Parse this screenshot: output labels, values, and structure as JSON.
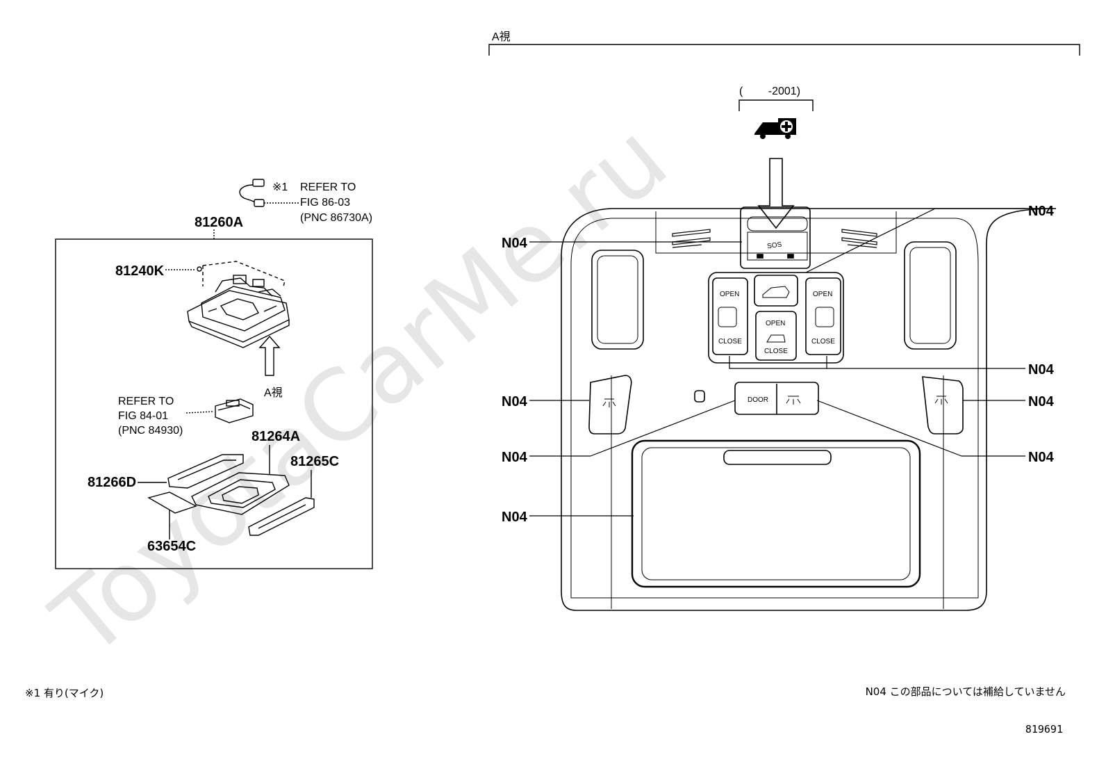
{
  "watermark": "ToyotaCarMe.ru",
  "left_panel": {
    "mic_note_mark": "※1",
    "mic_note_lines": [
      "REFER TO",
      "FIG 86-03",
      "(PNC 86730A)"
    ],
    "box_part": "81260A",
    "parts": [
      "81240K",
      "81264A",
      "81265C",
      "81266D",
      "63654C"
    ],
    "lamp_note_lines": [
      "REFER TO",
      "FIG 84-01",
      "(PNC 84930)"
    ],
    "view_arrow_label": "A視"
  },
  "right_panel": {
    "view_title": "A視",
    "year_range": "(　　 -2001)",
    "callout": "N04",
    "buttons": {
      "sos": "SOS",
      "open": "OPEN",
      "close": "CLOSE",
      "door": "DOOR"
    }
  },
  "footer": {
    "left_note": "※1 有り(マイク)",
    "right_note": "N04 この部品については補給していません",
    "figure_number": "819691"
  }
}
